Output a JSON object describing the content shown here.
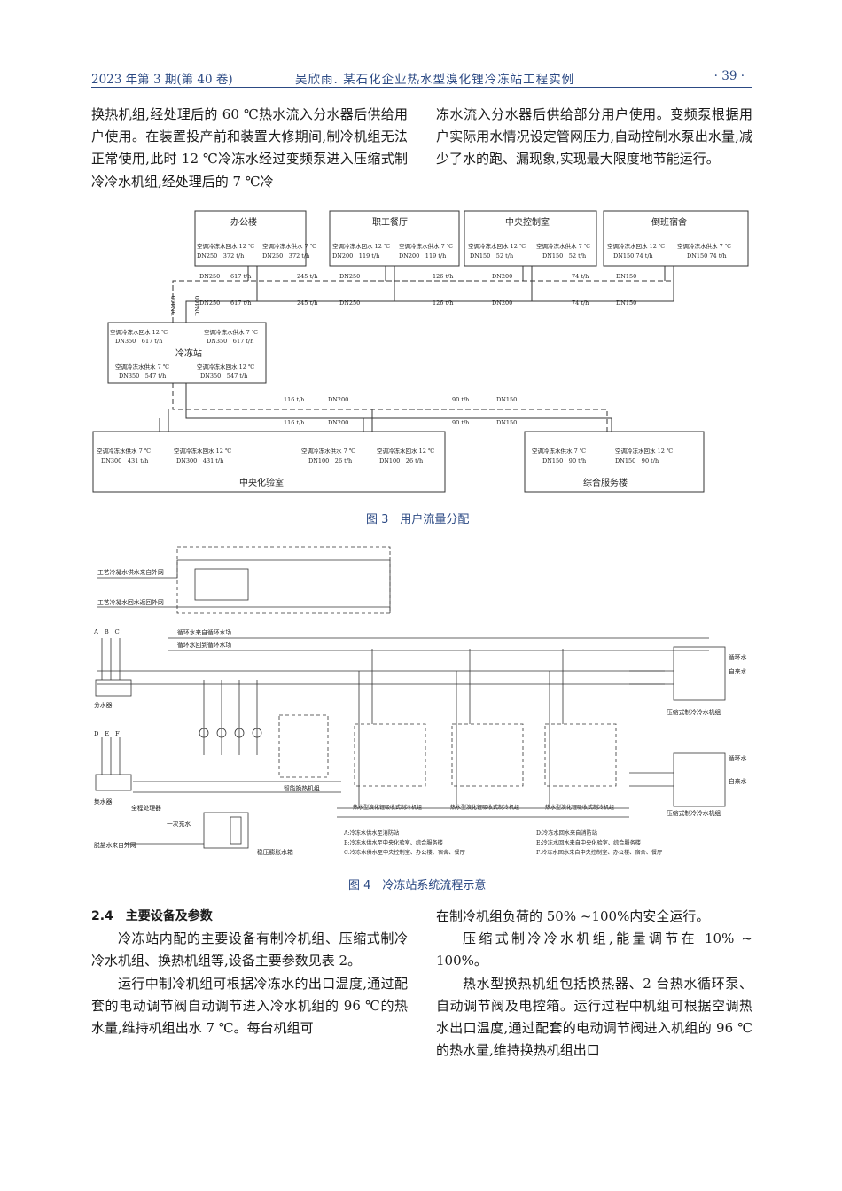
{
  "header": {
    "left": "2023 年第 3 期(第 40 卷)",
    "center": "吴欣雨. 某石化企业热水型溴化锂冷冻站工程实例",
    "page": "· 39 ·"
  },
  "top_text": {
    "left": "换热机组,经处理后的 60 ℃热水流入分水器后供给用户使用。在装置投产前和装置大修期间,制冷机组无法正常使用,此时 12 ℃冷冻水经过变频泵进入压缩式制冷冷水机组,经处理后的 7 ℃冷",
    "right": "冻水流入分水器后供给部分用户使用。变频泵根据用户实际用水情况设定管网压力,自动控制水泵出水量,减少了水的跑、漏现象,实现最大限度地节能运行。"
  },
  "fig3": {
    "caption": "图 3　用户流量分配",
    "buildings_top": [
      {
        "name": "办公楼",
        "ret": "空调冷冻水回水 12 ℃",
        "ret_spec": "DN250　372 t/h",
        "sup": "空调冷冻水供水 7 ℃",
        "sup_spec": "DN250　372 t/h"
      },
      {
        "name": "职工餐厅",
        "ret": "空调冷冻水回水 12 ℃",
        "ret_spec": "DN200　119 t/h",
        "sup": "空调冷冻水供水 7 ℃",
        "sup_spec": "DN200　119 t/h"
      },
      {
        "name": "中央控制室",
        "ret": "空调冷冻水回水 12 ℃",
        "ret_spec": "DN150　52 t/h",
        "sup": "空调冷冻水供水 7 ℃",
        "sup_spec": "DN150　52 t/h"
      },
      {
        "name": "倒班宿舍",
        "ret": "空调冷冻水回水 12 ℃",
        "ret_spec": "DN150 74 t/h",
        "sup": "空调冷冻水供水 7 ℃",
        "sup_spec": "DN150 74 t/h"
      }
    ],
    "pipe_labels_upper": [
      "DN250",
      "617 t/h",
      "245 t/h",
      "DN250",
      "126 t/h",
      "DN200",
      "74 t/h",
      "DN150"
    ],
    "pipe_labels_lower": [
      "DN250",
      "617 t/h",
      "245 t/h",
      "DN250",
      "126 t/h",
      "DN200",
      "74 t/h",
      "DN150"
    ],
    "vertical_labels": [
      "DN400",
      "DN400"
    ],
    "station": {
      "name": "冷冻站",
      "r1a": "空调冷冻水回水 12 ℃",
      "r1a_spec": "DN350　617 t/h",
      "r1b": "空调冷冻水供水 7 ℃",
      "r1b_spec": "DN350　617 t/h",
      "r2a": "空调冷冻水供水 7 ℃",
      "r2a_spec": "DN350　547 t/h",
      "r2b": "空调冷冻水回水 12 ℃",
      "r2b_spec": "DN350　547 t/h"
    },
    "pipe_labels_mid_upper": [
      "116 t/h",
      "DN200",
      "90 t/h",
      "DN150"
    ],
    "pipe_labels_mid_lower": [
      "116 t/h",
      "DN200",
      "90 t/h",
      "DN150"
    ],
    "bottom_left": {
      "name": "中央化验室",
      "a": "空调冷冻水供水 7 ℃",
      "a_spec": "DN300　431 t/h",
      "b": "空调冷冻水回水 12 ℃",
      "b_spec": "DN300　431 t/h",
      "c": "空调冷冻水供水 7 ℃",
      "c_spec": "DN100　26 t/h",
      "d": "空调冷冻水回水 12 ℃",
      "d_spec": "DN100　26 t/h"
    },
    "bottom_right": {
      "name": "综合服务楼",
      "a": "空调冷冻水供水 7 ℃",
      "a_spec": "DN150　90 t/h",
      "b": "空调冷冻水回水 12 ℃",
      "b_spec": "DN150　90 t/h"
    }
  },
  "fig4": {
    "caption": "图 4　冷冻站系统流程示意",
    "labels": {
      "l1": "工艺冷凝水供水来自外网",
      "l2": "工艺冷凝水回水返回外网",
      "l3": "循环水来自循环水场",
      "l4": "循环水回到循环水场",
      "abc": "A　B　C",
      "def": "D　E　F",
      "dist": "分水器",
      "coll": "集水器",
      "proc": "全程处理器",
      "fill": "一次充水",
      "soft": "脱盐水来自外网",
      "tank": "稳压膨胀水箱",
      "hx": "智能换热机组",
      "ch1": "热水型溴化锂吸收式制冷机组",
      "ch2": "热水型溴化锂吸收式制冷机组",
      "ch3": "热水型溴化锂吸收式制冷机组",
      "cw1": "循环水",
      "tw1": "自来水",
      "cc1": "压缩式制冷冷水机组",
      "cw2": "循环水",
      "tw2": "自来水",
      "cc2": "压缩式制冷冷水机组"
    },
    "legend": [
      "A:冷冻水供水至消防站",
      "B:冷冻水供水至中央化验室、综合服务楼",
      "C:冷冻水供水至中央控制室、办公楼、宿舍、餐厅",
      "D:冷冻水回水来自消防站",
      "E:冷冻水回水来自中央化验室、综合服务楼",
      "F:冷冻水回水来自中央控制室、办公楼、宿舍、餐厅"
    ]
  },
  "section": {
    "title": "2.4　主要设备及参数"
  },
  "bottom_text": {
    "left_p1": "冷冻站内配的主要设备有制冷机组、压缩式制冷冷水机组、换热机组等,设备主要参数见表 2。",
    "left_p2": "运行中制冷机组可根据冷冻水的出口温度,通过配套的电动调节阀自动调节进入冷水机组的 96 ℃的热水量,维持机组出水 7 ℃。每台机组可",
    "right_p0": "在制冷机组负荷的 50% ~100%内安全运行。",
    "right_p1": "压缩式制冷冷水机组,能量调节在 10% ~ 100%。",
    "right_p2": "热水型换热机组包括换热器、2 台热水循环泵、自动调节阀及电控箱。运行过程中机组可根据空调热水出口温度,通过配套的电动调节阀进入机组的 96 ℃的热水量,维持换热机组出口"
  }
}
